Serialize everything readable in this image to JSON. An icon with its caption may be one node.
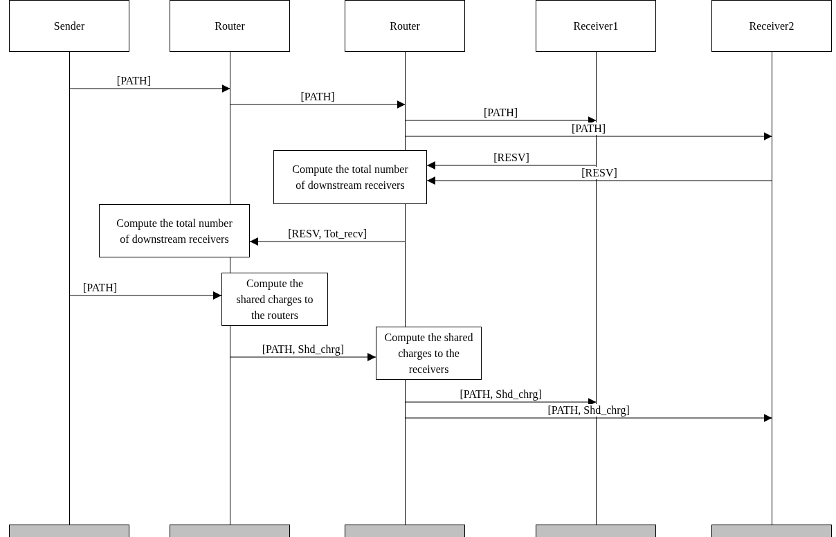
{
  "diagram": {
    "nodes": [
      {
        "text": [
          "Sender"
        ]
      },
      {
        "text": [
          "Router"
        ]
      },
      {
        "text": [
          "Router"
        ]
      },
      {
        "text": [
          "Receiver1"
        ]
      },
      {
        "text": [
          "Receiver2"
        ]
      },
      {
        "text": [],
        "shape": "line"
      },
      {
        "text": [],
        "shape": "line"
      },
      {
        "text": [],
        "shape": "line"
      },
      {
        "text": [],
        "shape": "line"
      },
      {
        "text": [],
        "shape": "line"
      },
      {
        "text": [],
        "shape": "box"
      },
      {
        "text": [],
        "shape": "box"
      },
      {
        "text": [],
        "shape": "box"
      },
      {
        "text": [],
        "shape": "box"
      },
      {
        "text": [],
        "shape": "box"
      },
      {
        "text": [
          "Compute the total number of downstream receivers"
        ]
      },
      {
        "text": [
          "Compute the total number of downstream receivers"
        ]
      },
      {
        "text": [
          "Compute the shared charges to the routers"
        ]
      },
      {
        "text": [
          "Compute the shared charges to the receivers"
        ]
      }
    ],
    "edges": [
      {
        "from": 5,
        "to": 6,
        "arrow": "to",
        "label": "[PATH]"
      },
      {
        "from": 6,
        "to": 7,
        "arrow": "to",
        "label": "[PATH]"
      },
      {
        "from": 7,
        "to": 8,
        "arrow": "to",
        "label": "[PATH]"
      },
      {
        "from": 7,
        "to": 9,
        "arrow": "to",
        "label": "[PATH]"
      },
      {
        "from": 8,
        "to": 15,
        "arrow": "to",
        "label": "[RESV]"
      },
      {
        "from": 9,
        "to": 15,
        "arrow": "to",
        "label": "[RESV]"
      },
      {
        "from": 7,
        "to": 16,
        "arrow": "to",
        "label": "[RESV, Tot_recv]"
      },
      {
        "from": 5,
        "to": 17,
        "arrow": "to",
        "label": "[PATH]"
      },
      {
        "from": 6,
        "to": 18,
        "arrow": "to",
        "label": "[PATH, Shd_chrg]"
      },
      {
        "from": 7,
        "to": 8,
        "arrow": "to",
        "label": "[PATH, Shd_chrg]"
      },
      {
        "from": 7,
        "to": 9,
        "arrow": "to",
        "label": "[PATH, Shd_chrg]"
      }
    ]
  }
}
